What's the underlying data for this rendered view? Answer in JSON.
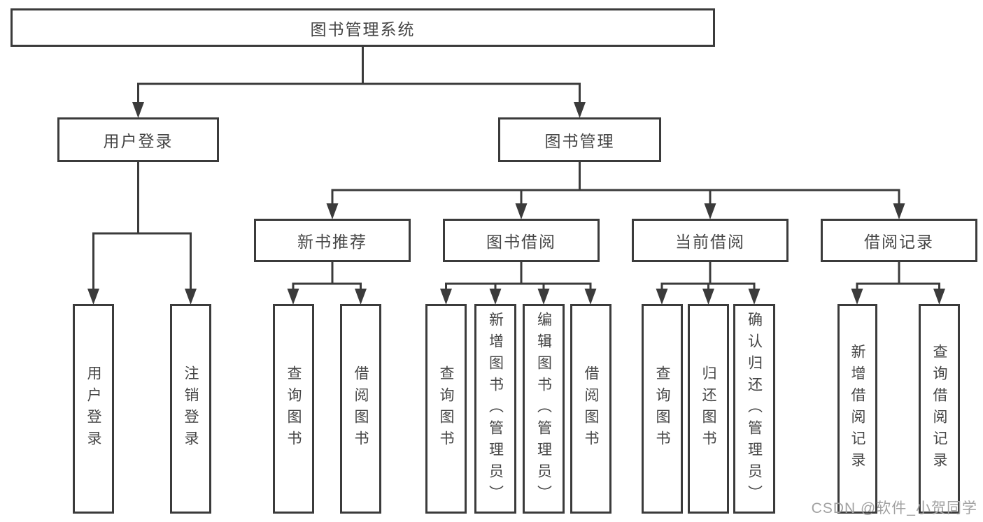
{
  "tree": {
    "root": "图书管理系统",
    "branches": [
      {
        "label": "用户登录",
        "children": [
          "用户登录",
          "注销登录"
        ]
      },
      {
        "label": "图书管理",
        "children": [
          {
            "label": "新书推荐",
            "children": [
              "查询图书",
              "借阅图书"
            ]
          },
          {
            "label": "图书借阅",
            "children": [
              "查询图书",
              "新增图书（管理员）",
              "编辑图书（管理员）",
              "借阅图书"
            ]
          },
          {
            "label": "当前借阅",
            "children": [
              "查询图书",
              "归还图书",
              "确认归还（管理员）"
            ]
          },
          {
            "label": "借阅记录",
            "children": [
              "新增借阅记录",
              "查询借阅记录"
            ]
          }
        ]
      }
    ]
  },
  "watermark": "CSDN @软件_小贺同学",
  "colors": {
    "line": "#3b3b3b",
    "text": "#454545",
    "watermark": "#a2a2a2",
    "background": "#ffffff"
  }
}
